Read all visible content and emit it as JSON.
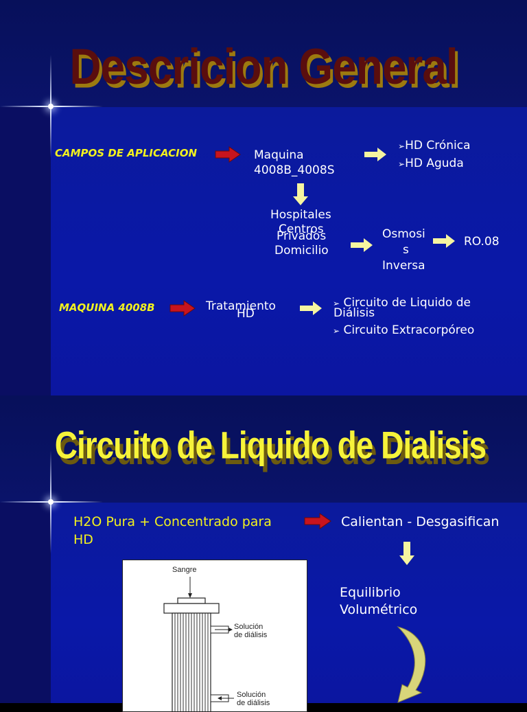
{
  "slide1": {
    "title": "Descricion General",
    "campos_label": "CAMPOS DE APLICACION",
    "maquina_lines": [
      "Maquina",
      "4008B_4008S"
    ],
    "hd_items": [
      "HD Crónica",
      "HD Aguda"
    ],
    "places": [
      "Hospitales",
      "Centros",
      "Privados",
      "Domicilio"
    ],
    "osmosis_lines": [
      "Osmosi",
      "s",
      "Inversa"
    ],
    "ro": "RO.08",
    "maquina_4008b_label": "MAQUINA 4008B",
    "tratamiento_lines": [
      "Tratamiento",
      "HD"
    ],
    "circuits": [
      "Circuito de Liquido de",
      "Diálisis",
      "Circuito Extracorpóreo"
    ]
  },
  "slide2": {
    "title": "Circuito de Liquido de Dialisis",
    "h2o_lines": [
      "H2O Pura + Concentrado para",
      "HD"
    ],
    "calientan": "Calientan - Desgasifican",
    "equilibrio_lines": [
      "Equilibrio",
      "Volumétrico"
    ],
    "diagram_labels": {
      "sangre": "Sangre",
      "solucion1": [
        "Solución",
        "de diálisis"
      ],
      "solucion2": [
        "Solución",
        "de diálisis"
      ]
    }
  },
  "colors": {
    "background": "#0b0f6e",
    "panel": "#0a18a8",
    "yellow_text": "#f3f21e",
    "red_arrow": "#c8141e",
    "cream_arrow": "#f6f5a0"
  }
}
